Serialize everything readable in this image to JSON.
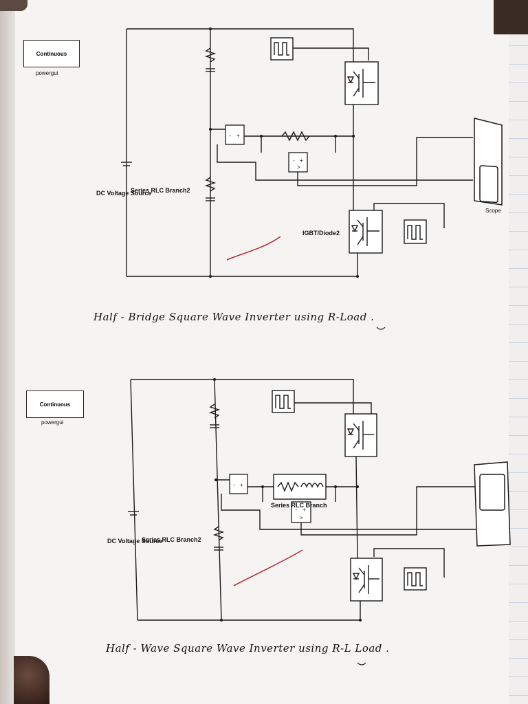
{
  "diagram1": {
    "powergui_block": "Continuous",
    "powergui_caption": "powergui",
    "dc_source_label": "DC Voltage Source",
    "rlc_label": "Series RLC Branch2",
    "igbt_label": "IGBT/Diode2",
    "scope_label": "Scope",
    "caption": "Half - Bridge Square Wave Inverter using R-Load ."
  },
  "diagram2": {
    "powergui_block": "Continuous",
    "powergui_caption": "powergui",
    "dc_source_label": "DC Voltage Source",
    "rlc_label": "Series RLC Branch2",
    "load_label": "Series RLC Branch",
    "caption": "Half - Wave Square Wave Inverter using R-L Load ."
  },
  "colors": {
    "ink": "#1a1a1a",
    "paper": "#f6f4f2",
    "pen_red": "#b52a36"
  }
}
